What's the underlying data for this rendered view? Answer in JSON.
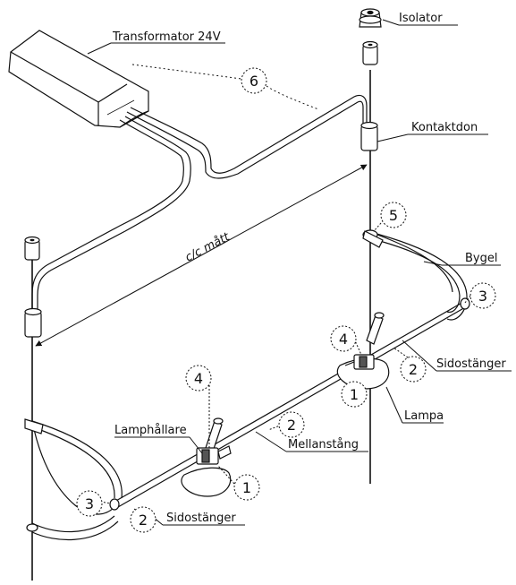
{
  "labels": {
    "isolator": "Isolator",
    "transformator": "Transformator 24V",
    "kontaktdon": "Kontaktdon",
    "bygel": "Bygel",
    "sidostanger_right": "Sidostänger",
    "lampa": "Lampa",
    "mellanstang": "Mellanstång",
    "lamphallare": "Lamphållare",
    "sidostanger_left": "Sidostänger",
    "cc_matt": "c/c mått"
  },
  "callouts": {
    "n6": "6",
    "n5": "5",
    "n3_right": "3",
    "n4_right": "4",
    "n2_right": "2",
    "n1_right": "1",
    "n2_mid": "2",
    "n4_left": "4",
    "n1_left": "1",
    "n3_left": "3",
    "n2_left": "2"
  }
}
